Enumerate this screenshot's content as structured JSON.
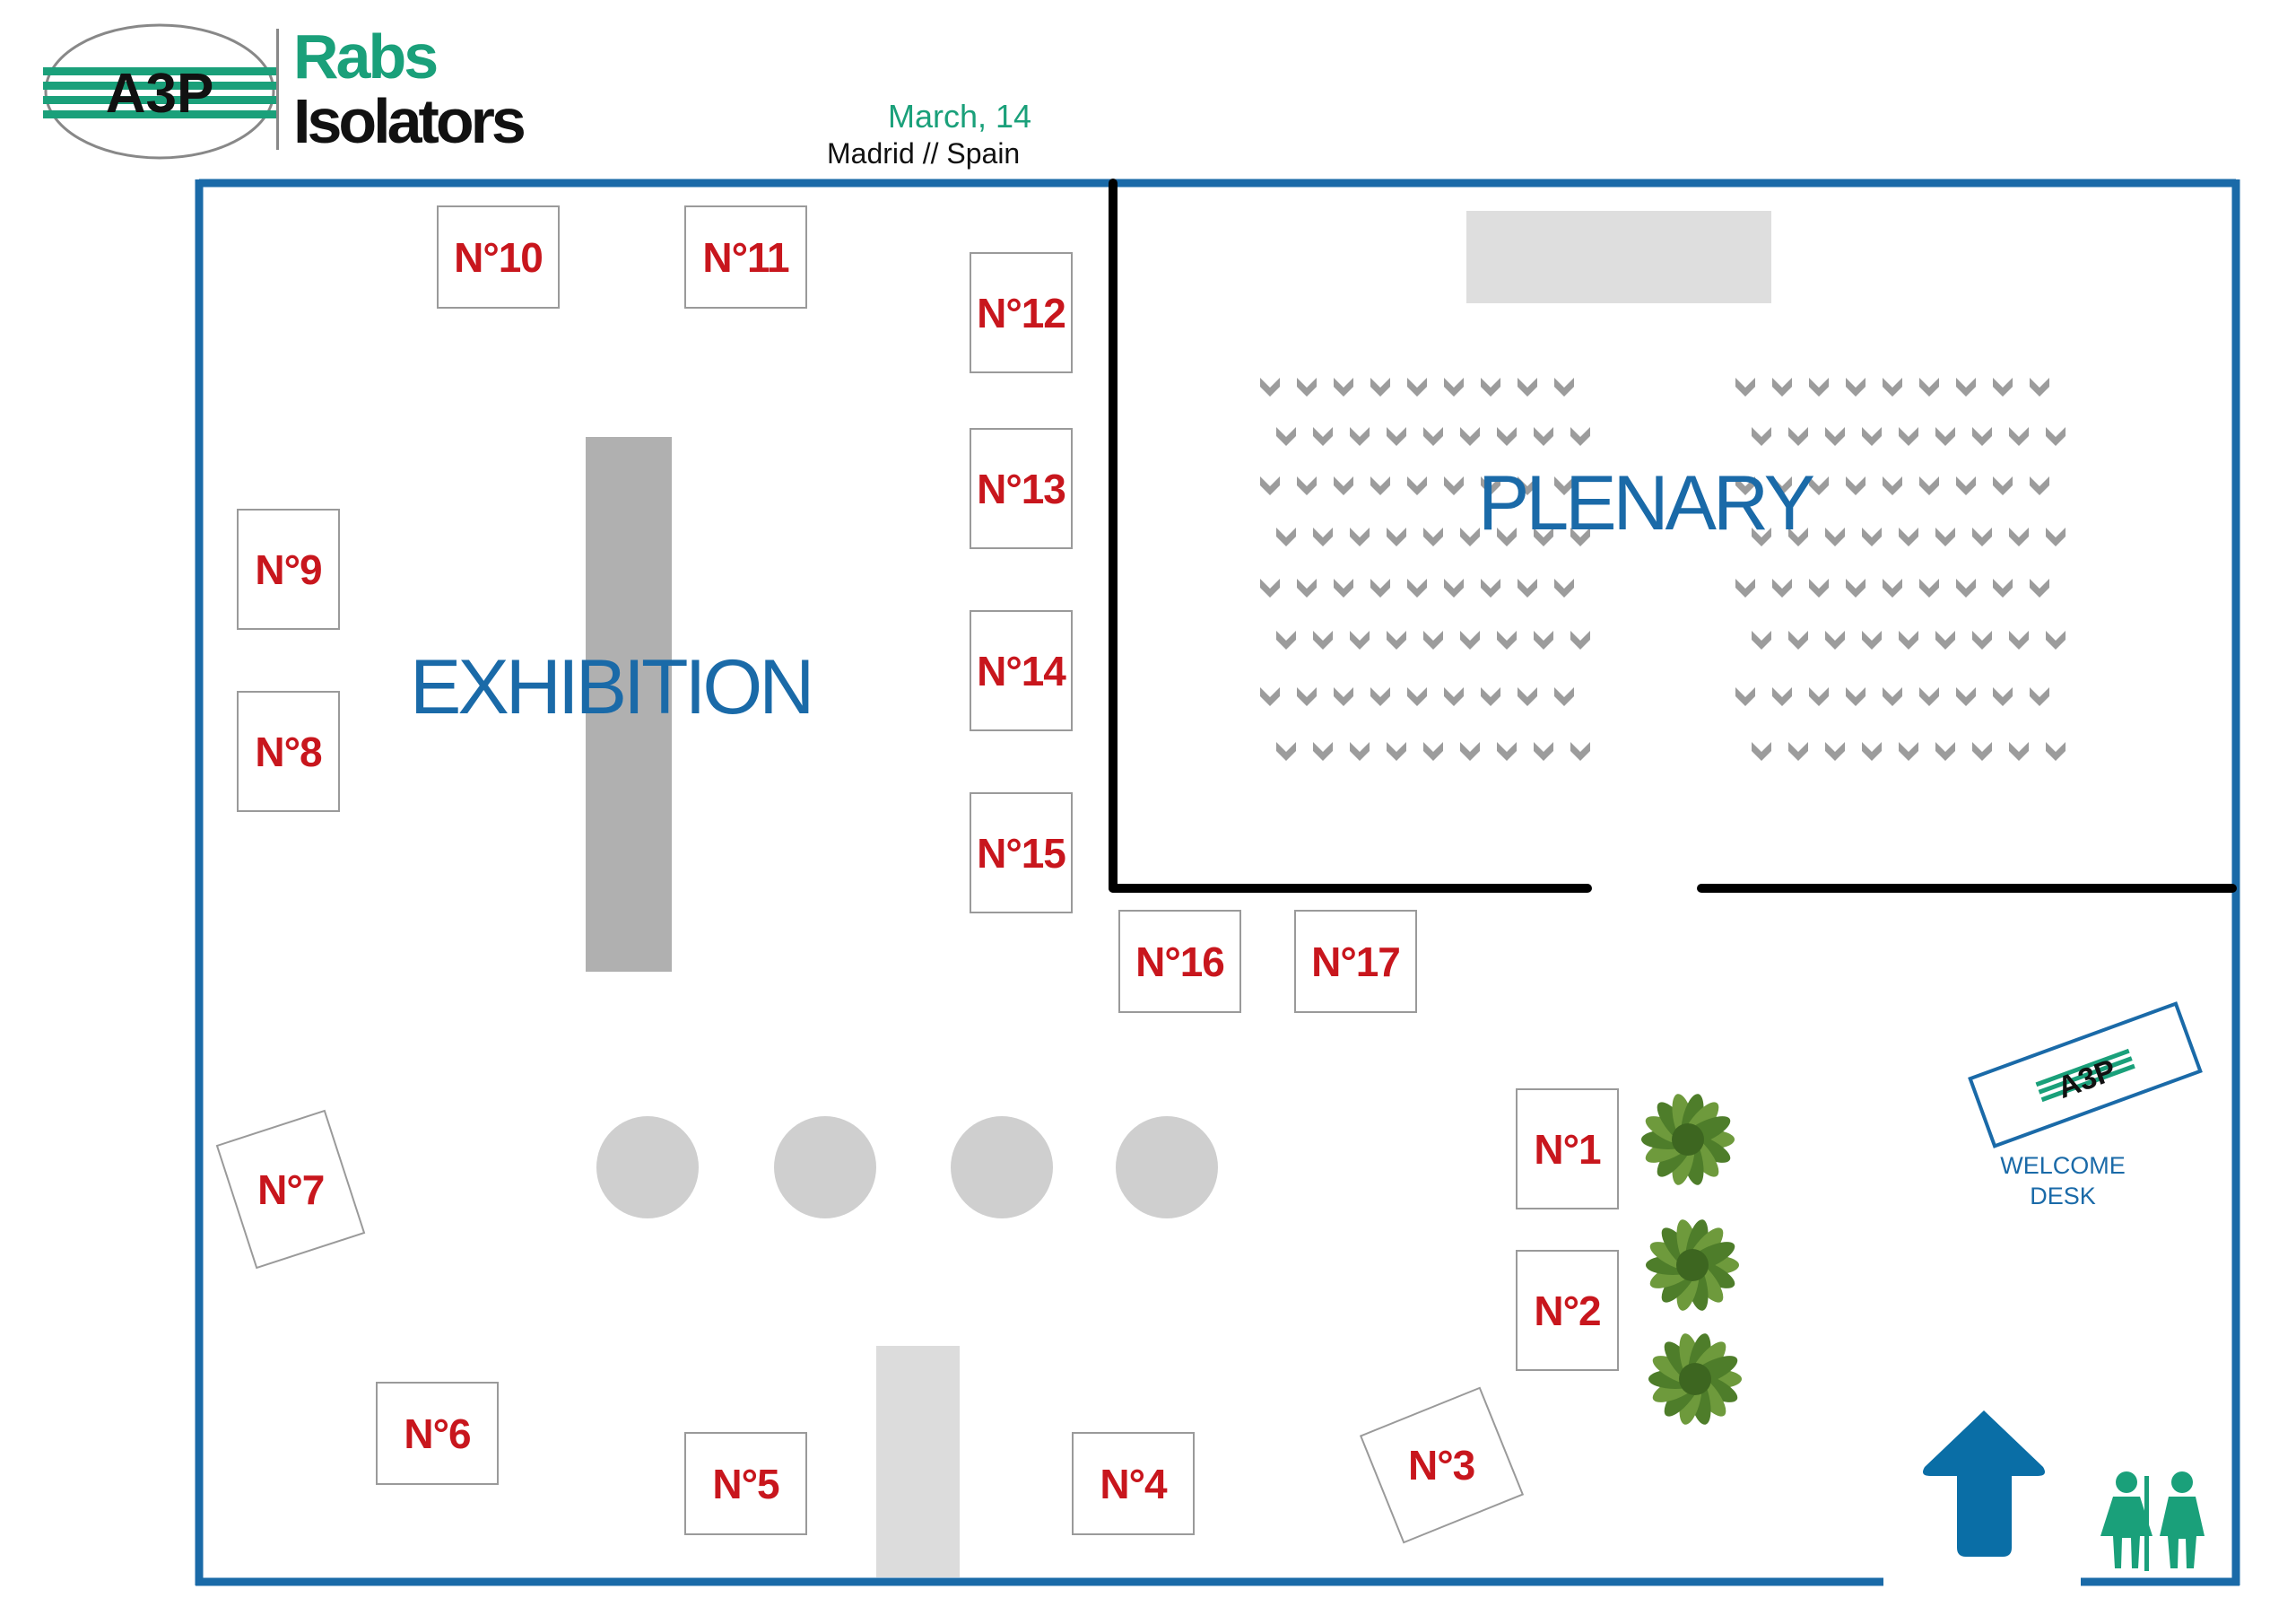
{
  "header": {
    "logo_title_1": "Rabs",
    "logo_title_2": "Isolators",
    "logo_badge": "A3P",
    "date": "March, 14",
    "location": "Madrid // Spain"
  },
  "zones": {
    "exhibition": "EXHIBITION",
    "plenary": "PLENARY"
  },
  "booths": [
    "N°1",
    "N°2",
    "N°3",
    "N°4",
    "N°5",
    "N°6",
    "N°7",
    "N°8",
    "N°9",
    "N°10",
    "N°11",
    "N°12",
    "N°13",
    "N°14",
    "N°15",
    "N°16",
    "N°17"
  ],
  "welcome_desk": {
    "badge": "A3P",
    "line1": "WELCOME",
    "line2": "DESK"
  },
  "icons": {
    "entrance": "arrow-up-icon",
    "restroom": "restroom-icon",
    "plant": "palm-plant-icon",
    "seat": "chevron-seat-icon"
  },
  "colors": {
    "walls": "#1a6aa8",
    "partitions": "#000000",
    "booth_text": "#c8161d",
    "brand_green": "#1aa07a",
    "furniture": "#bdbdbd"
  }
}
